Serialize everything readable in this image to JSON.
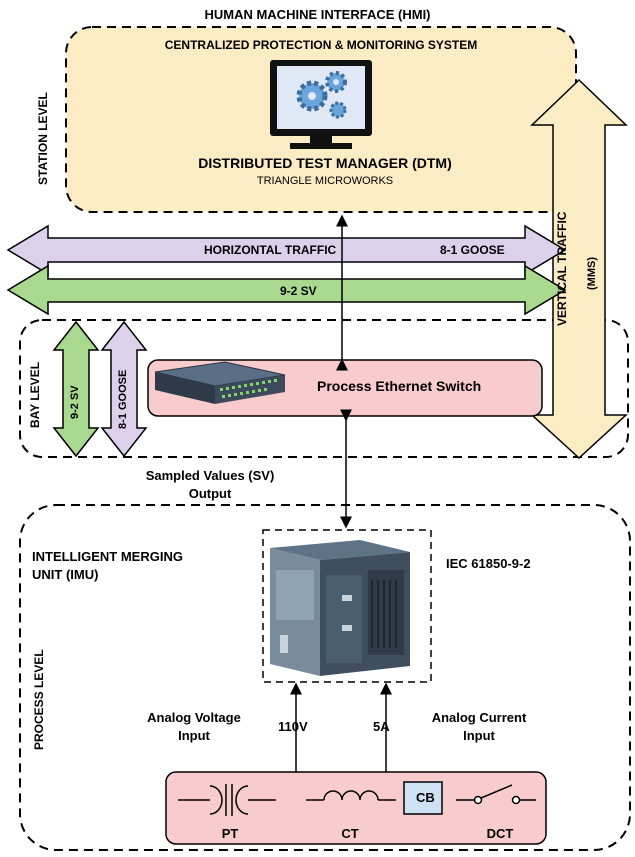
{
  "hmi_title": "HUMAN MACHINE INTERFACE (HMI)",
  "station": {
    "level_label": "STATION LEVEL",
    "system_title": "CENTRALIZED PROTECTION & MONITORING SYSTEM",
    "dtm_title": "DISTRIBUTED TEST MANAGER (DTM)",
    "dtm_vendor": "TRIANGLE MICROWORKS",
    "icon": "monitor-gears-icon"
  },
  "traffic": {
    "horizontal_label": "HORIZONTAL TRAFFIC",
    "goose_label": "8-1 GOOSE",
    "sv_label": "9-2 SV",
    "vertical_label": "VERTICAL TRAFFIC",
    "vertical_protocol": "(MMS)"
  },
  "bay": {
    "level_label": "BAY LEVEL",
    "sv_label": "9-2 SV",
    "goose_label": "8-1 GOOSE",
    "switch_label": "Process Ethernet Switch",
    "switch_icon": "ethernet-switch-icon"
  },
  "sv_output": {
    "line1": "Sampled Values (SV)",
    "line2": "Output"
  },
  "process": {
    "level_label": "PROCESS LEVEL",
    "imu_line1": "INTELLIGENT MERGING",
    "imu_line2": "UNIT (IMU)",
    "standard": "IEC 61850-9-2",
    "imu_icon": "merging-unit-device-icon",
    "voltage_value": "110V",
    "current_value": "5A",
    "voltage_line1": "Analog Voltage",
    "voltage_line2": "Input",
    "current_line1": "Analog Current",
    "current_line2": "Input",
    "pt_label": "PT",
    "ct_label": "CT",
    "cb_label": "CB",
    "dct_label": "DCT"
  },
  "colors": {
    "station_fill": "#fcecc4",
    "horizontal_fill": "#dcd0ea",
    "sv_fill": "#a9d88f",
    "vertical_fill": "#fcecc4",
    "switch_fill": "#f8cccc",
    "equipment_fill": "#f8cccc",
    "cb_fill": "#cfe2f3"
  }
}
